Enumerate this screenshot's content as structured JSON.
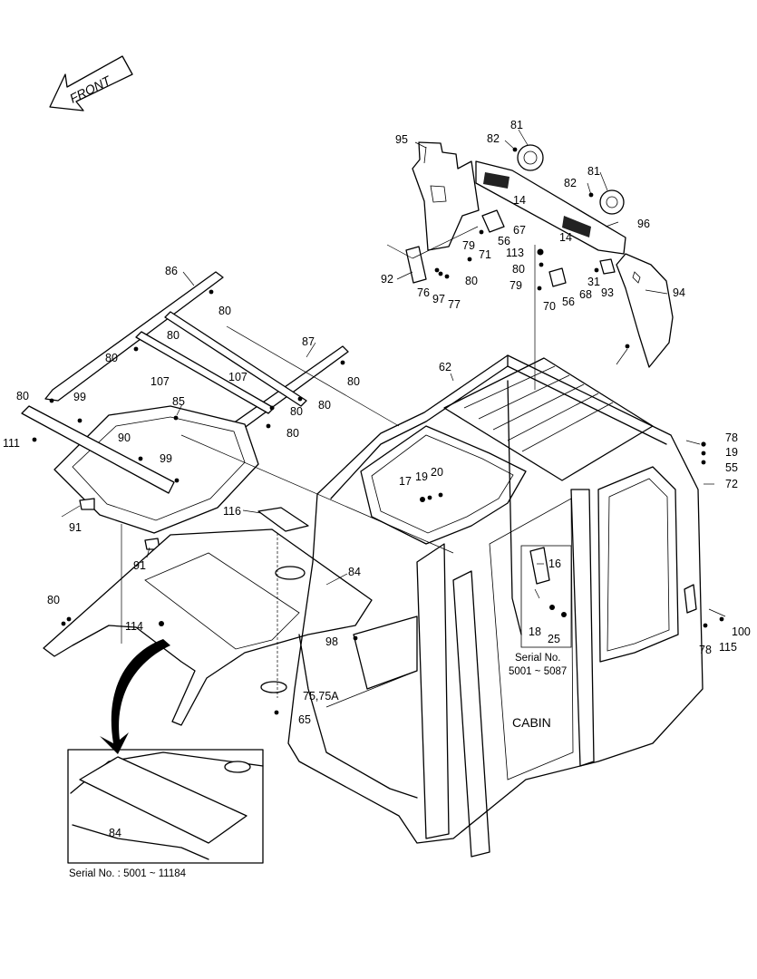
{
  "front_arrow_label": "FRONT",
  "cabin_label": "CABIN",
  "serial_inset_caption": "Serial No. : 5001 ~ 11184",
  "serial_callout_line1": "Serial No.",
  "serial_callout_line2": "5001 ~ 5087",
  "callouts": [
    {
      "id": "c95",
      "text": "95"
    },
    {
      "id": "c81a",
      "text": "81"
    },
    {
      "id": "c82a",
      "text": "82"
    },
    {
      "id": "c81b",
      "text": "81"
    },
    {
      "id": "c82b",
      "text": "82"
    },
    {
      "id": "c14a",
      "text": "14"
    },
    {
      "id": "c67",
      "text": "67"
    },
    {
      "id": "c56a",
      "text": "56"
    },
    {
      "id": "c96",
      "text": "96"
    },
    {
      "id": "c79a",
      "text": "79"
    },
    {
      "id": "c71",
      "text": "71"
    },
    {
      "id": "c113",
      "text": "113"
    },
    {
      "id": "c14b",
      "text": "14"
    },
    {
      "id": "c80a",
      "text": "80"
    },
    {
      "id": "c31",
      "text": "31"
    },
    {
      "id": "c92",
      "text": "92"
    },
    {
      "id": "c80b",
      "text": "80"
    },
    {
      "id": "c79b",
      "text": "79"
    },
    {
      "id": "c76",
      "text": "76"
    },
    {
      "id": "c97",
      "text": "97"
    },
    {
      "id": "c77",
      "text": "77"
    },
    {
      "id": "c68",
      "text": "68"
    },
    {
      "id": "c93",
      "text": "93"
    },
    {
      "id": "c94",
      "text": "94"
    },
    {
      "id": "c70",
      "text": "70"
    },
    {
      "id": "c56b",
      "text": "56"
    },
    {
      "id": "c86",
      "text": "86"
    },
    {
      "id": "c80c",
      "text": "80"
    },
    {
      "id": "c80d",
      "text": "80"
    },
    {
      "id": "c87",
      "text": "87"
    },
    {
      "id": "c80e",
      "text": "80"
    },
    {
      "id": "c62",
      "text": "62"
    },
    {
      "id": "c107a",
      "text": "107"
    },
    {
      "id": "c107b",
      "text": "107"
    },
    {
      "id": "c80f",
      "text": "80"
    },
    {
      "id": "c80g",
      "text": "80"
    },
    {
      "id": "c80h",
      "text": "80"
    },
    {
      "id": "c99a",
      "text": "99"
    },
    {
      "id": "c85",
      "text": "85"
    },
    {
      "id": "c80i",
      "text": "80"
    },
    {
      "id": "c111",
      "text": "111"
    },
    {
      "id": "c90",
      "text": "90"
    },
    {
      "id": "c99b",
      "text": "99"
    },
    {
      "id": "c80j",
      "text": "80"
    },
    {
      "id": "c17",
      "text": "17"
    },
    {
      "id": "c19a",
      "text": "19"
    },
    {
      "id": "c20",
      "text": "20"
    },
    {
      "id": "c78a",
      "text": "78"
    },
    {
      "id": "c19b",
      "text": "19"
    },
    {
      "id": "c55",
      "text": "55"
    },
    {
      "id": "c72",
      "text": "72"
    },
    {
      "id": "c91a",
      "text": "91"
    },
    {
      "id": "c116",
      "text": "116"
    },
    {
      "id": "c91b",
      "text": "91"
    },
    {
      "id": "c16",
      "text": "16"
    },
    {
      "id": "c84a",
      "text": "84"
    },
    {
      "id": "c80k",
      "text": "80"
    },
    {
      "id": "c114",
      "text": "114"
    },
    {
      "id": "c98",
      "text": "98"
    },
    {
      "id": "c18",
      "text": "18"
    },
    {
      "id": "c25",
      "text": "25"
    },
    {
      "id": "c100",
      "text": "100"
    },
    {
      "id": "c78b",
      "text": "78"
    },
    {
      "id": "c115",
      "text": "115"
    },
    {
      "id": "c7575a",
      "text": "75,75A"
    },
    {
      "id": "c65",
      "text": "65"
    },
    {
      "id": "c84b",
      "text": "84"
    }
  ]
}
